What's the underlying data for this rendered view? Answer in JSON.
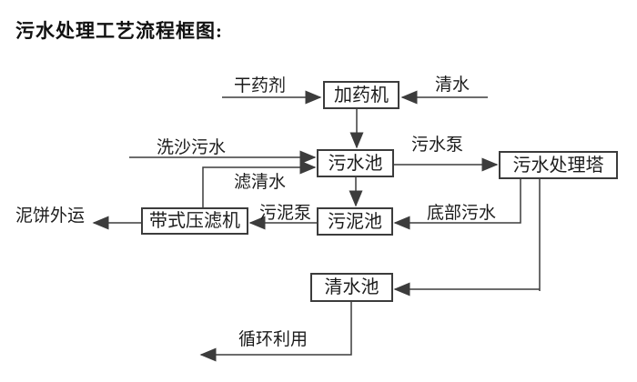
{
  "title": "污水处理工艺流程框图:",
  "diagram": {
    "type": "flowchart",
    "nodes": {
      "dosing_machine": "加药机",
      "sewage_pool": "污水池",
      "treatment_tower": "污水处理塔",
      "sludge_pool": "污泥池",
      "belt_filter_press": "带式压滤机",
      "clean_water_pool": "清水池"
    },
    "labels": {
      "dry_agent": "干药剂",
      "clean_water": "清水",
      "sand_washing_sewage": "洗沙污水",
      "sewage_pump": "污水泵",
      "filtered_water": "滤清水",
      "sludge_pump": "污泥泵",
      "bottom_sewage": "底部污水",
      "mud_cake_out": "泥饼外运",
      "recycle_use": "循环利用"
    },
    "edges": [
      {
        "from": "external",
        "to": "dosing_machine",
        "label_key": "dry_agent"
      },
      {
        "from": "external",
        "to": "dosing_machine",
        "label_key": "clean_water"
      },
      {
        "from": "dosing_machine",
        "to": "sewage_pool",
        "label_key": null
      },
      {
        "from": "external",
        "to": "sewage_pool",
        "label_key": "sand_washing_sewage"
      },
      {
        "from": "belt_filter_press",
        "to": "sewage_pool",
        "label_key": "filtered_water"
      },
      {
        "from": "sewage_pool",
        "to": "treatment_tower",
        "label_key": "sewage_pump"
      },
      {
        "from": "sewage_pool",
        "to": "sludge_pool",
        "label_key": null
      },
      {
        "from": "treatment_tower",
        "to": "sludge_pool",
        "label_key": "bottom_sewage"
      },
      {
        "from": "sludge_pool",
        "to": "belt_filter_press",
        "label_key": "sludge_pump"
      },
      {
        "from": "belt_filter_press",
        "to": "external",
        "label_key": "mud_cake_out"
      },
      {
        "from": "treatment_tower",
        "to": "clean_water_pool",
        "label_key": null
      },
      {
        "from": "clean_water_pool",
        "to": "external",
        "label_key": "recycle_use"
      }
    ],
    "colors": {
      "line": "#3c3c3c",
      "text": "#1c1c1c",
      "background": "#ffffff"
    }
  }
}
